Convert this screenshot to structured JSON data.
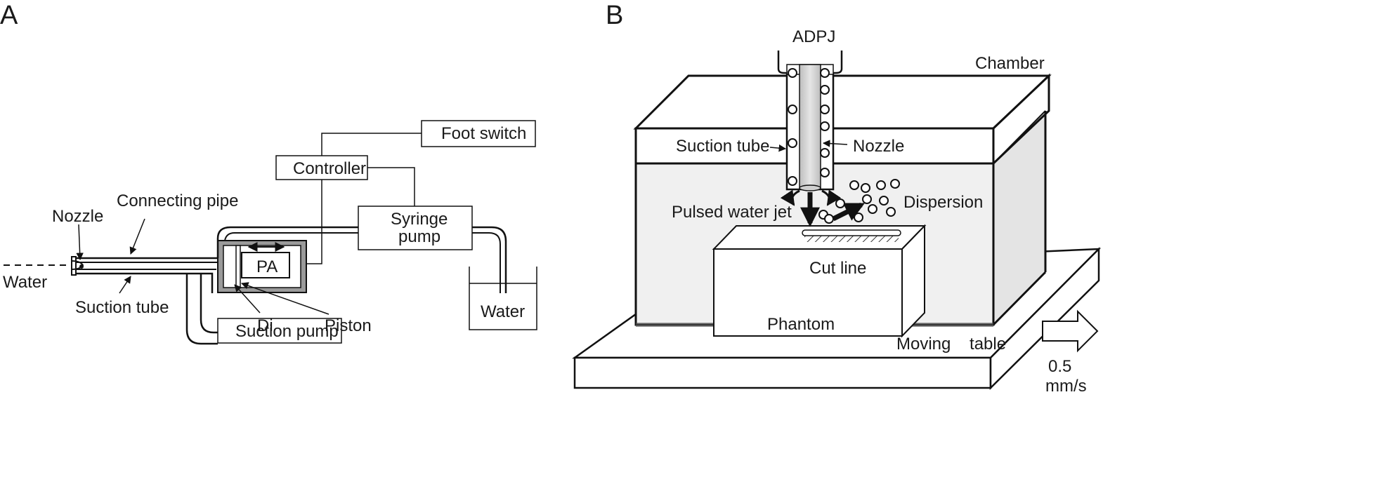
{
  "panels": {
    "a": {
      "letter": "A",
      "labels": {
        "nozzle": "Nozzle",
        "connecting_pipe": "Connecting pipe",
        "water_in": "Water",
        "suction_tube": "Suction tube",
        "di": "Di",
        "piston": "Piston",
        "pa": "PA",
        "controller": "Controller",
        "foot_switch": "Foot switch",
        "syringe_pump_line1": "Syringe",
        "syringe_pump_line2": "pump",
        "suction_pump": "Suction pump",
        "water_beaker": "Water"
      }
    },
    "b": {
      "letter": "B",
      "labels": {
        "adpj": "ADPJ",
        "chamber": "Chamber",
        "suction_tube": "Suction tube",
        "nozzle": "Nozzle",
        "pulsed_water_jet": "Pulsed  water jet",
        "dispersion": "Dispersion",
        "cut_line": "Cut line",
        "phantom": "Phantom",
        "moving_table": "Moving    table",
        "speed_value": "0.5",
        "speed_unit": "mm/s"
      }
    }
  }
}
